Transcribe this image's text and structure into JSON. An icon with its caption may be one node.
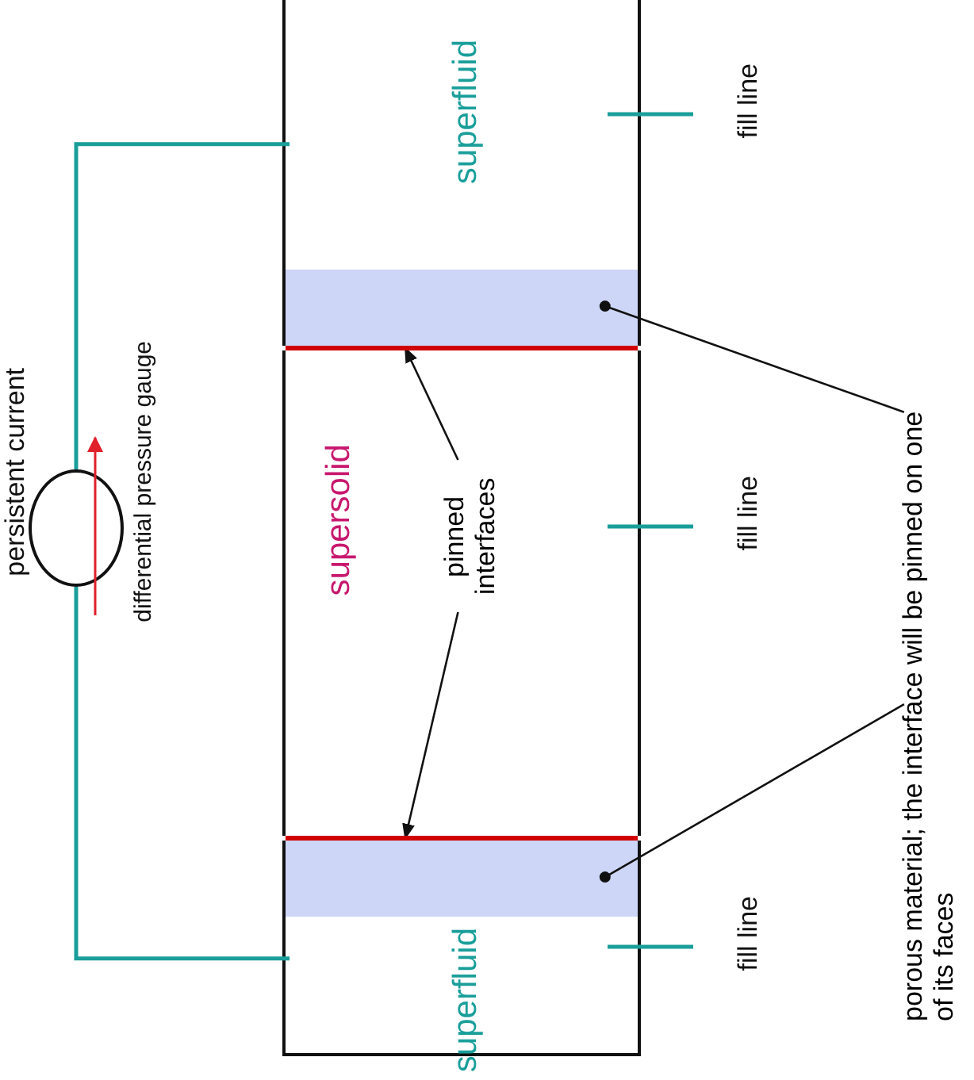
{
  "diagram": {
    "nodes": [
      {
        "text": [
          "superfluid"
        ]
      },
      {
        "text": [
          "superfluid"
        ]
      },
      {
        "text": [
          "supersolid"
        ]
      },
      {
        "text": [],
        "shape": "box"
      },
      {
        "text": [],
        "shape": "box"
      },
      {
        "text": [
          "porous material; the interface will be pinned on one of its faces"
        ]
      },
      {
        "text": [
          "pinned interfaces"
        ],
        "in": 2
      },
      {
        "text": [],
        "shape": "bar"
      },
      {
        "text": [],
        "shape": "bar"
      },
      {
        "text": [],
        "shape": "circle",
        "beside": [
          "persistent current",
          "differential pressure gauge"
        ]
      }
    ],
    "edges": [
      {
        "from": 9,
        "to": 0,
        "arrow": "none",
        "color": "#1a9e9a"
      },
      {
        "from": 9,
        "to": 1,
        "arrow": "none",
        "color": "#1a9e9a"
      },
      {
        "from": 5,
        "to": 3,
        "arrow": "other"
      },
      {
        "from": 5,
        "to": 4,
        "arrow": "other"
      },
      {
        "from": 6,
        "to": 7,
        "arrow": "to"
      },
      {
        "from": 6,
        "to": 8,
        "arrow": "to"
      }
    ],
    "labels": [
      "fill line",
      "fill line",
      "fill line"
    ]
  }
}
